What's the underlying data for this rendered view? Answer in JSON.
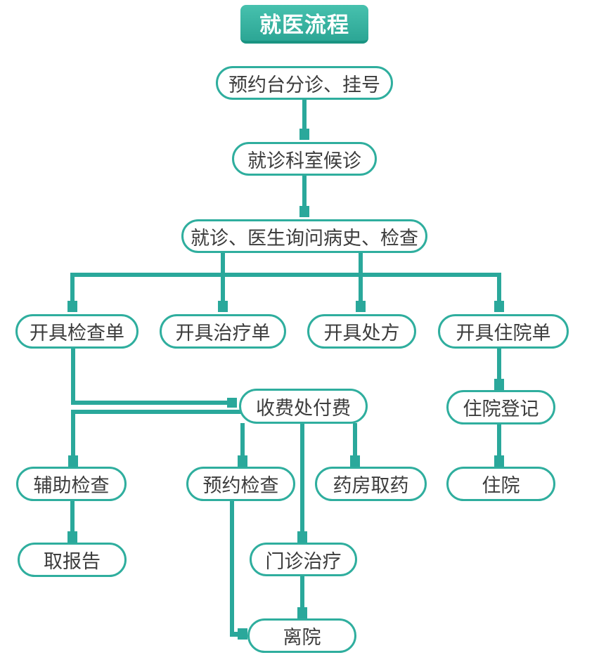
{
  "diagram": {
    "title": "就医流程",
    "nodes": {
      "appointment_triage_registration": "预约台分诊、挂号",
      "department_waiting": "就诊科室候诊",
      "consultation_history_examination": "就诊、医生询问病史、检查",
      "issue_examination_form": "开具检查单",
      "issue_treatment_form": "开具治疗单",
      "issue_prescription": "开具处方",
      "issue_admission_form": "开具住院单",
      "cashier_payment": "收费处付费",
      "admission_registration": "住院登记",
      "auxiliary_examination": "辅助检查",
      "scheduled_examination": "预约检查",
      "pharmacy_dispensing": "药房取药",
      "hospitalization": "住院",
      "collect_report": "取报告",
      "outpatient_treatment": "门诊治疗",
      "leave_hospital": "离院"
    },
    "edges": [
      {
        "from": "appointment_triage_registration",
        "to": "department_waiting"
      },
      {
        "from": "department_waiting",
        "to": "consultation_history_examination"
      },
      {
        "from": "consultation_history_examination",
        "to": "issue_examination_form"
      },
      {
        "from": "consultation_history_examination",
        "to": "issue_treatment_form"
      },
      {
        "from": "consultation_history_examination",
        "to": "issue_prescription"
      },
      {
        "from": "consultation_history_examination",
        "to": "issue_admission_form"
      },
      {
        "from": "issue_examination_form",
        "to": "cashier_payment"
      },
      {
        "from": "cashier_payment",
        "to": "auxiliary_examination"
      },
      {
        "from": "cashier_payment",
        "to": "scheduled_examination"
      },
      {
        "from": "cashier_payment",
        "to": "outpatient_treatment"
      },
      {
        "from": "cashier_payment",
        "to": "pharmacy_dispensing"
      },
      {
        "from": "issue_admission_form",
        "to": "admission_registration"
      },
      {
        "from": "admission_registration",
        "to": "hospitalization"
      },
      {
        "from": "auxiliary_examination",
        "to": "collect_report"
      },
      {
        "from": "scheduled_examination",
        "to": "leave_hospital"
      },
      {
        "from": "outpatient_treatment",
        "to": "leave_hospital"
      }
    ],
    "colors": {
      "line": "#2aa89b",
      "node_border": "#2fae9e",
      "node_fill": "#ffffff",
      "node_text": "#3c3c3c",
      "title_top": "#47c1ae",
      "title_bottom": "#2ca695",
      "title_edge": "#1a9482",
      "title_text": "#ffffff",
      "page_bg": "#ffffff"
    }
  }
}
